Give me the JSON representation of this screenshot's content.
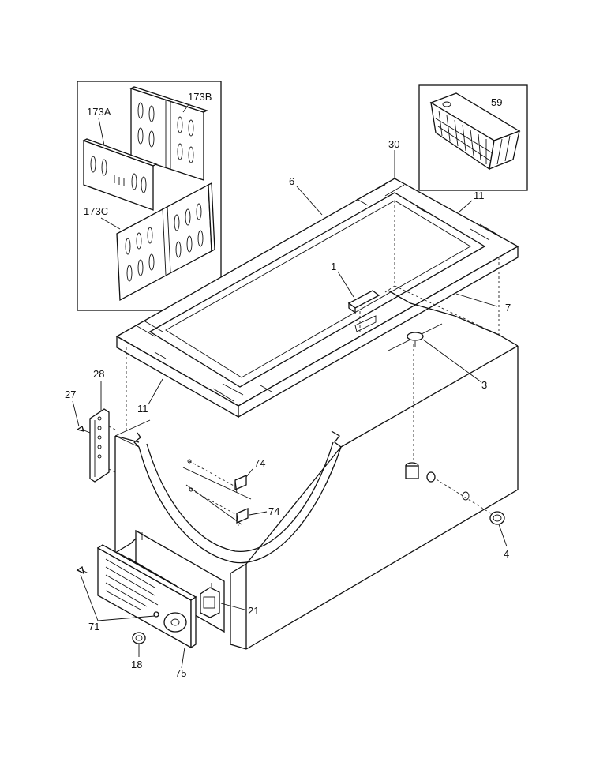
{
  "diagram": {
    "callouts": {
      "c173A": "173A",
      "c173B": "173B",
      "c173C": "173C",
      "c59": "59",
      "c30": "30",
      "c6": "6",
      "c11_top": "11",
      "c1": "1",
      "c7": "7",
      "c3": "3",
      "c28": "28",
      "c27": "27",
      "c11_bottom": "11",
      "c74_upper": "74",
      "c74_lower": "74",
      "c4": "4",
      "c21": "21",
      "c71": "71",
      "c18": "18",
      "c75": "75"
    }
  }
}
